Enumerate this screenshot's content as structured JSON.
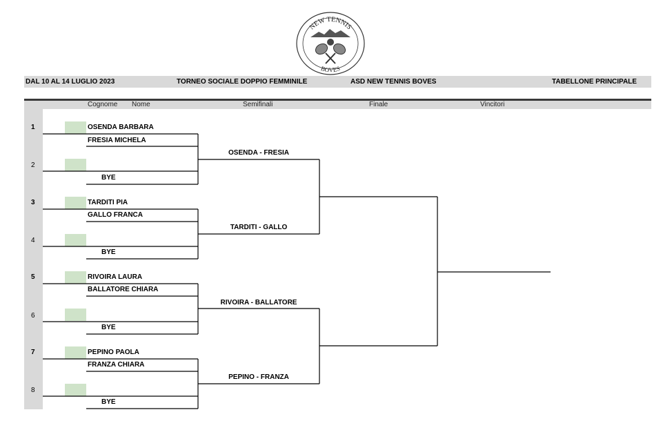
{
  "logo": {
    "top_text": "NEW TENNIS",
    "bottom_text": "BOVES"
  },
  "header": {
    "dates": "DAL 10 AL 14 LUGLIO 2023",
    "tournament": "TORNEO SOCIALE DOPPIO FEMMINILE",
    "club": "ASD NEW TENNIS BOVES",
    "draw": "TABELLONE PRINCIPALE"
  },
  "columns": {
    "cognome": "Cognome",
    "nome": "Nome",
    "semi": "Semifinali",
    "final": "Finale",
    "winners": "Vincitori"
  },
  "entries": [
    {
      "num": "1",
      "player1": "OSENDA BARBARA",
      "player2": "FRESIA MICHELA"
    },
    {
      "num": "2",
      "player1": "",
      "player2": "BYE"
    },
    {
      "num": "3",
      "player1": "TARDITI PIA",
      "player2": "GALLO FRANCA"
    },
    {
      "num": "4",
      "player1": "",
      "player2": "BYE"
    },
    {
      "num": "5",
      "player1": "RIVOIRA LAURA",
      "player2": "BALLATORE CHIARA"
    },
    {
      "num": "6",
      "player1": "",
      "player2": "BYE"
    },
    {
      "num": "7",
      "player1": "PEPINO PAOLA",
      "player2": "FRANZA CHIARA"
    },
    {
      "num": "8",
      "player1": "",
      "player2": "BYE"
    }
  ],
  "semifinalists": [
    "OSENDA - FRESIA",
    "TARDITI - GALLO",
    "RIVOIRA - BALLATORE",
    "PEPINO - FRANZA"
  ],
  "colors": {
    "header_band": "#d9d9d9",
    "seed_box": "#cfe3c9",
    "rule": "#3a3a3a"
  }
}
